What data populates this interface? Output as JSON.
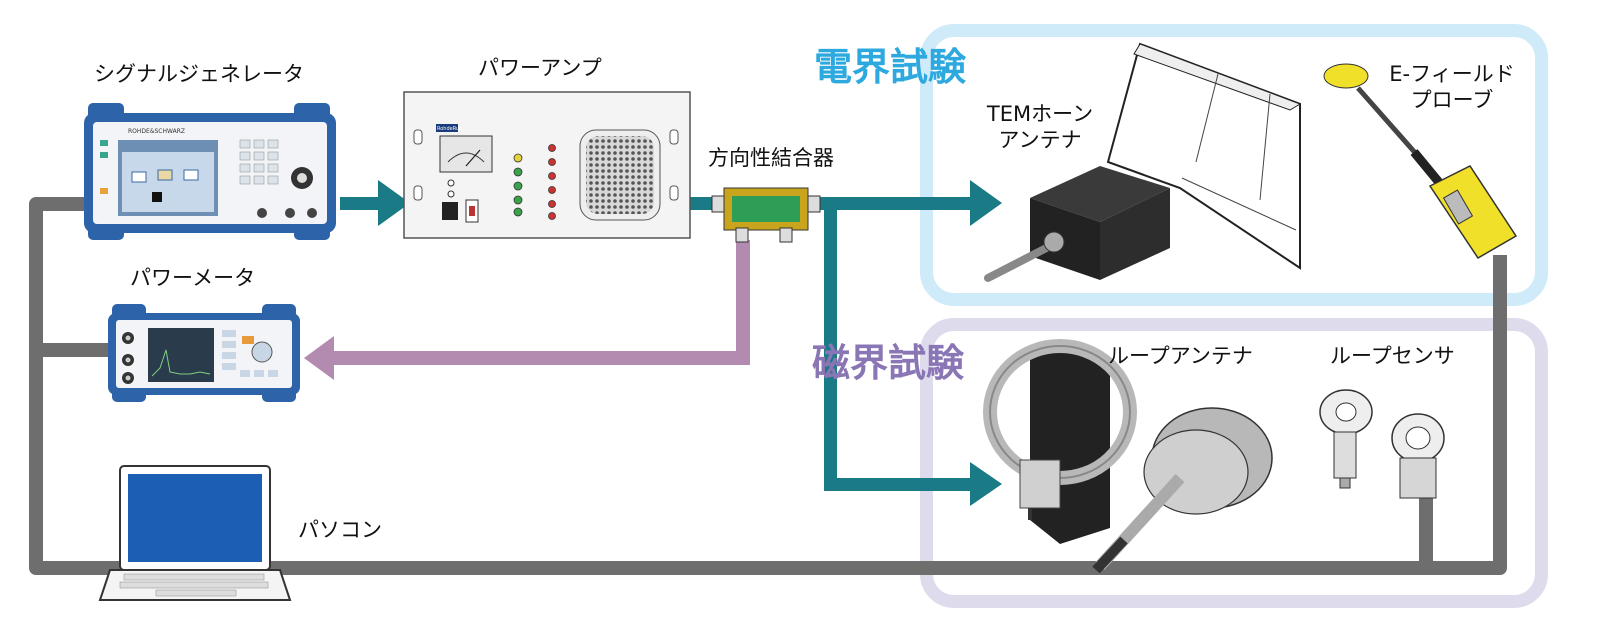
{
  "labels": {
    "signal_generator": "シグナルジェネレータ",
    "power_amp": "パワーアンプ",
    "power_meter": "パワーメータ",
    "directional_coupler": "方向性結合器",
    "pc": "パソコン",
    "tem_horn_line1": "TEMホーン",
    "tem_horn_line2": "アンテナ",
    "efield_line1": "E-フィールド",
    "efield_line2": "プローブ",
    "loop_antenna": "ループアンテナ",
    "loop_sensor": "ループセンサ"
  },
  "sections": {
    "electric": {
      "title": "電界試験",
      "color": "#2ea9df",
      "zone_color": "#cfeaf8"
    },
    "magnetic": {
      "title": "磁界試験",
      "color": "#8a76b5",
      "zone_color": "#dedbec"
    }
  },
  "device_text": {
    "sg_brand": "ROHDE&SCHWARZ",
    "amp_brand": "RohdeRun"
  },
  "colors": {
    "rf_signal": "#1a7a85",
    "reflected": "#b48bb0",
    "control_cable": "#6e6e6e",
    "device_blue": "#2d63a8"
  }
}
